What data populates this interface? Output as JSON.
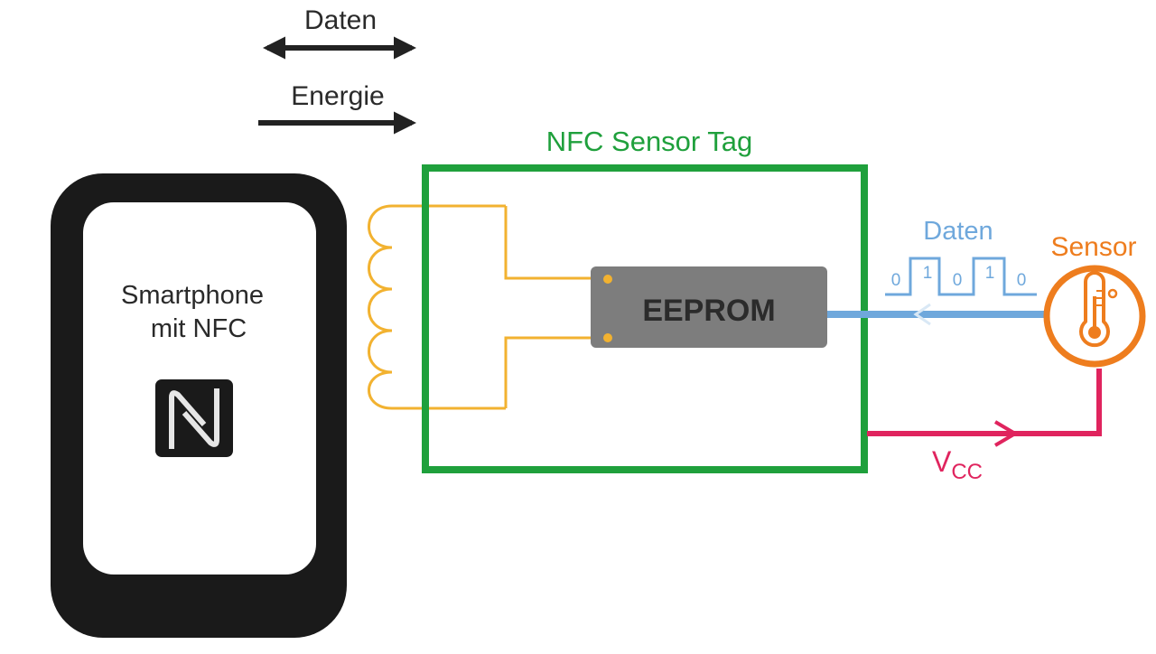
{
  "legend": {
    "data_label": "Daten",
    "energy_label": "Energie"
  },
  "phone": {
    "label_line1": "Smartphone",
    "label_line2": "mit NFC"
  },
  "tag": {
    "title": "NFC Sensor Tag",
    "chip_label": "EEPROM"
  },
  "sensor": {
    "label": "Sensor",
    "data_label": "Daten",
    "bits": [
      "0",
      "1",
      "0",
      "1",
      "0"
    ],
    "vcc_main": "V",
    "vcc_sub": "CC"
  },
  "colors": {
    "tag_border": "#1fa03c",
    "coil": "#f2b230",
    "data_line": "#6fa8dc",
    "sensor": "#ee7d1e",
    "vcc": "#e0245e",
    "chip": "#7d7d7d",
    "phone": "#1a1a1a"
  },
  "icons": {
    "nfc": "nfc-n-mark-icon",
    "thermometer": "thermometer-icon"
  }
}
